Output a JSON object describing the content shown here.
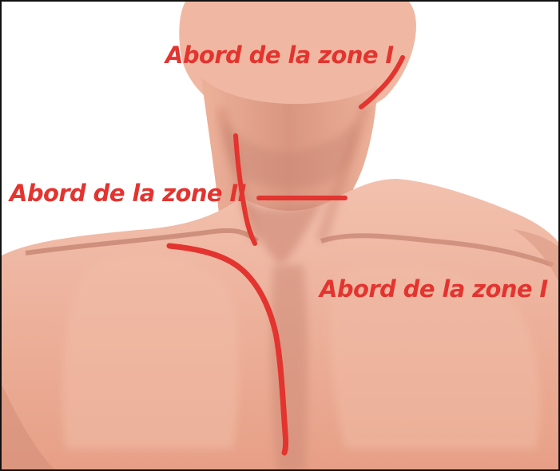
{
  "labels": {
    "zone_i_upper": "Abord de la zone I",
    "zone_ii": "Abord de la zone II",
    "zone_i_lower": "Abord de la zone I"
  },
  "colors": {
    "annotation_red": "#e3342f",
    "skin": "#e9a389",
    "skin_light": "#f0b79f",
    "skin_shadow": "#c9826d",
    "background": "#ffffff",
    "frame": "#111111"
  }
}
